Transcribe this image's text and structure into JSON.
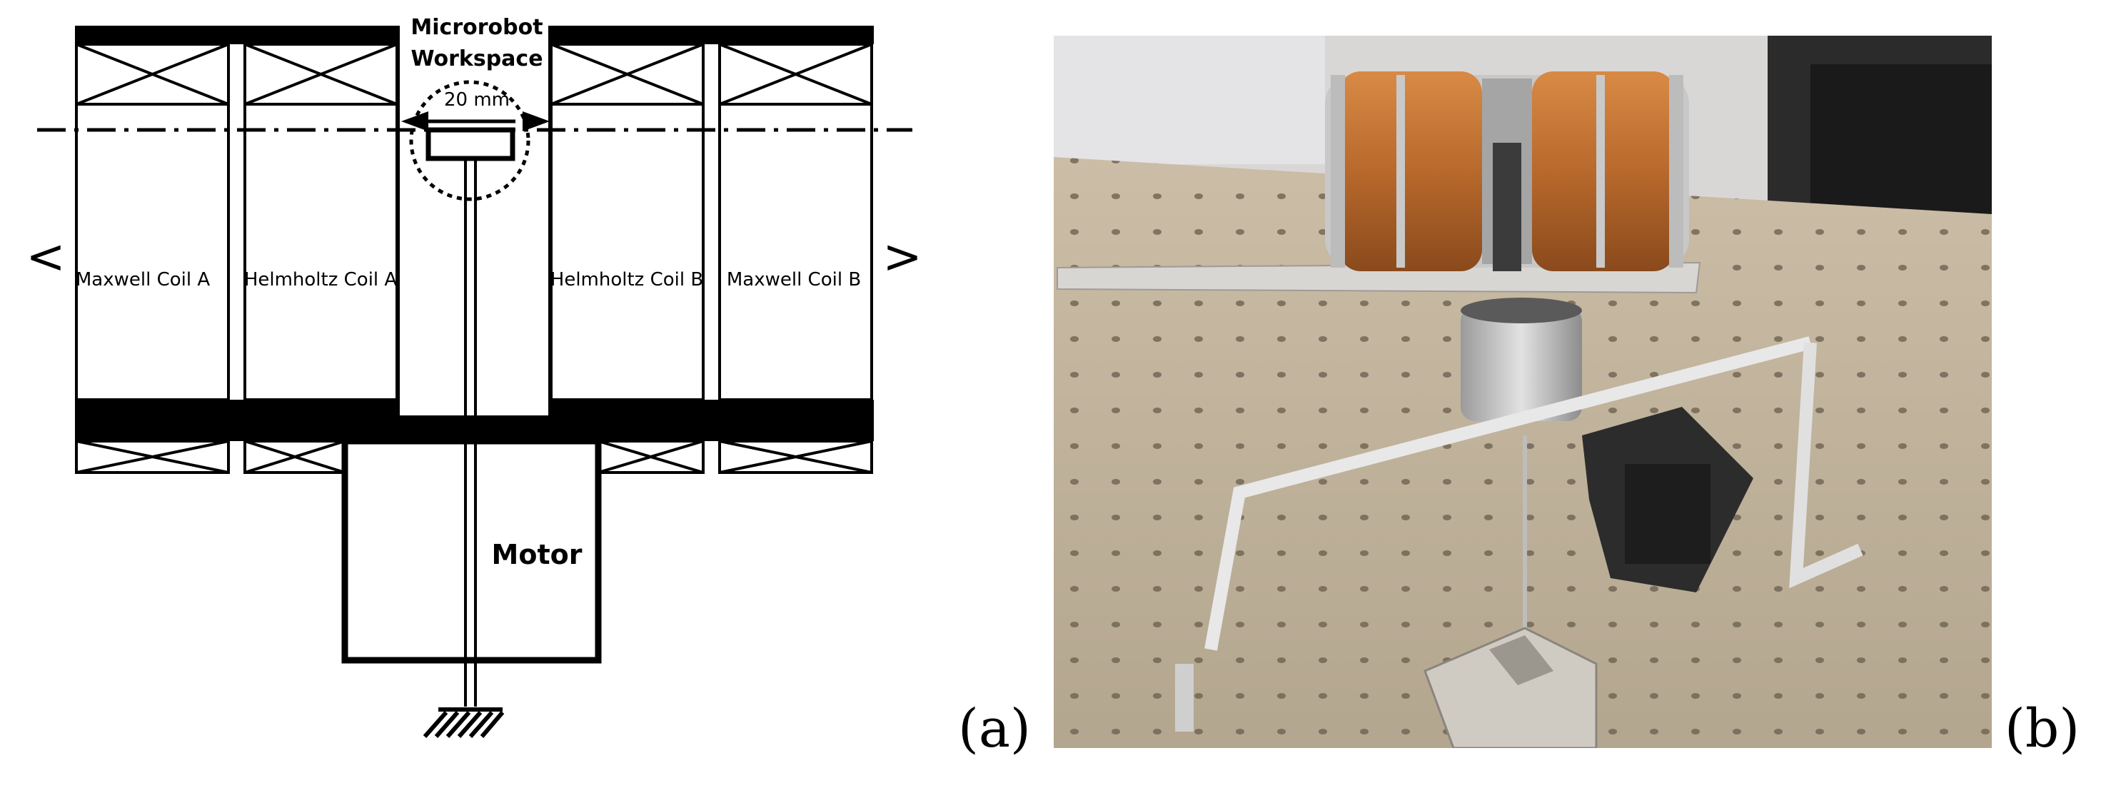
{
  "diagram": {
    "workspace_title_line1": "Microrobot",
    "workspace_title_line2": "Workspace",
    "dimension_label": "20 mm",
    "coil_labels": [
      "Maxwell Coil A",
      "Helmholtz Coil A",
      "Helmholtz Coil B",
      "Maxwell Coil B"
    ],
    "motor_label": "Motor",
    "left_arrow": "<",
    "right_arrow": ">"
  },
  "panel_labels": {
    "a": "(a)",
    "b": "(b)"
  },
  "colors": {
    "ink": "#000000",
    "copper": "#b8692c",
    "table": "#b9aa92"
  }
}
